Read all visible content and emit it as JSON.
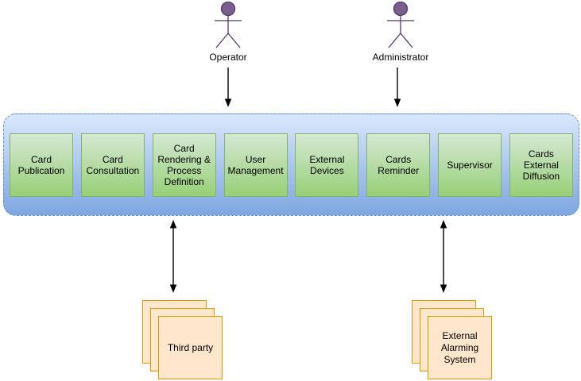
{
  "diagram_type": "use-case-architecture-diagram",
  "actors": [
    {
      "label": "Operator"
    },
    {
      "label": "Administrator"
    }
  ],
  "platform": {
    "modules": [
      {
        "label": "Card Publication"
      },
      {
        "label": "Card Consultation"
      },
      {
        "label": "Card Rendering & Process Definition"
      },
      {
        "label": "User Management"
      },
      {
        "label": "External Devices"
      },
      {
        "label": "Cards Reminder"
      },
      {
        "label": "Supervisor"
      },
      {
        "label": "Cards External Diffusion"
      }
    ]
  },
  "external_systems": [
    {
      "label": "Third party"
    },
    {
      "label": "External Alarming System"
    }
  ],
  "colors": {
    "platform_fill_top": "#DAE8FC",
    "platform_fill_bottom": "#7EA6E0",
    "platform_border": "#6C8EBF",
    "module_fill_top": "#D5E8D4",
    "module_fill_bottom": "#97D077",
    "module_border": "#82B366",
    "external_fill": "#FFE6CC",
    "external_border": "#D79B00",
    "actor_head_fill": "#7B5E8D",
    "actor_stroke": "#503A66",
    "arrow_color": "#000000",
    "background": "#FFFFFF"
  }
}
